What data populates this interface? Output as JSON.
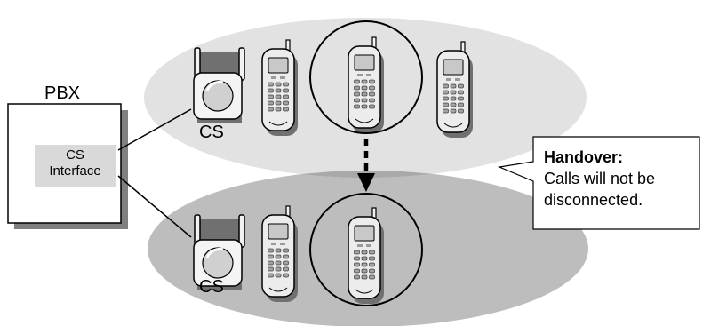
{
  "pbx": {
    "title": "PBX",
    "interface_line1": "CS",
    "interface_line2": "Interface"
  },
  "cells": {
    "top_cs_label": "CS",
    "bottom_cs_label": "CS"
  },
  "callout": {
    "heading": "Handover:",
    "line1": "Calls will not be",
    "line2": "disconnected."
  },
  "colors": {
    "cell_fill_light": "#e2e2e2",
    "cell_fill_dark": "#bdbdbd",
    "overlap_fill": "#a9a9a9",
    "interface_fill": "#d9d9d9",
    "device_fill": "#ececec",
    "outline": "#000000"
  },
  "icons": [
    "cell-station-icon",
    "handset-icon",
    "down-arrow-icon"
  ]
}
